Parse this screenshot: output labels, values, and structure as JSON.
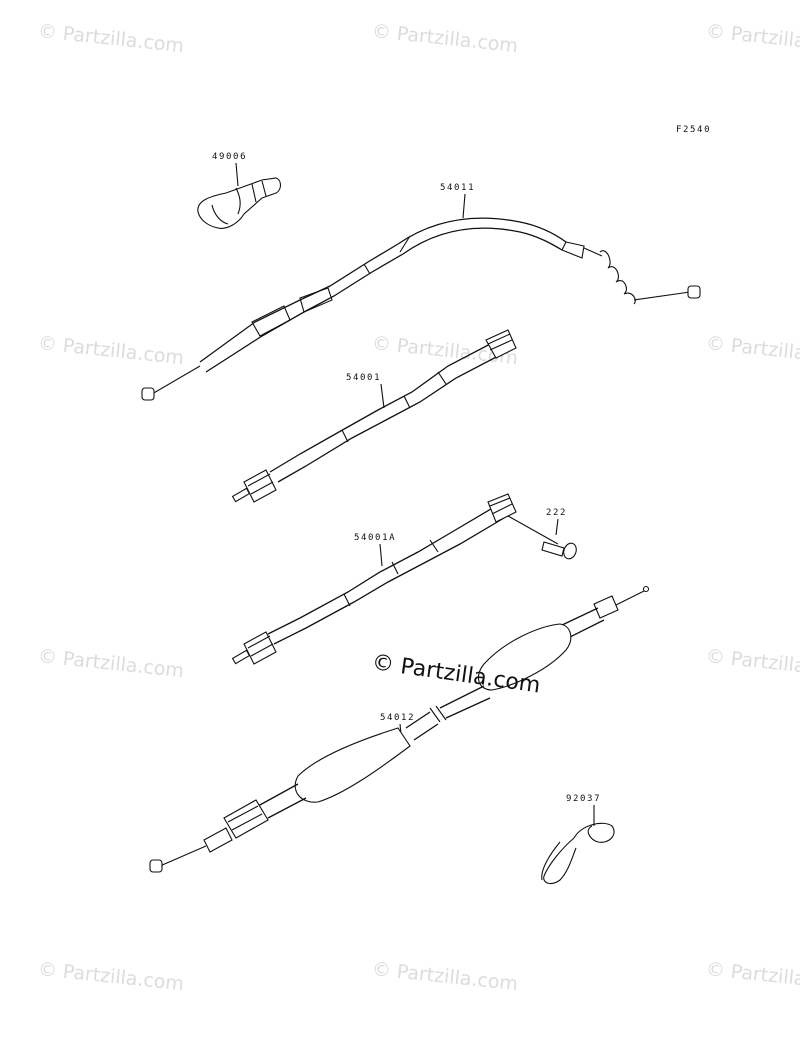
{
  "diagram_code": "F2540",
  "watermark": "© Partzilla.com",
  "watermark_center": "© Partzilla.com",
  "parts": [
    {
      "id": "cap",
      "number": "49006"
    },
    {
      "id": "clutch-cable",
      "number": "54011"
    },
    {
      "id": "speedo-cable",
      "number": "54001"
    },
    {
      "id": "tacho-cable",
      "number": "54001A"
    },
    {
      "id": "screw",
      "number": "222"
    },
    {
      "id": "choke-cable",
      "number": "54012"
    },
    {
      "id": "clamp",
      "number": "92037"
    }
  ]
}
